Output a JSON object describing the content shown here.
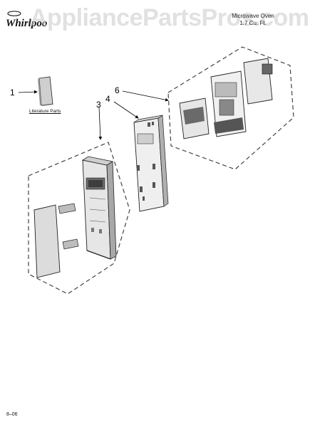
{
  "header": {
    "brand": "Whirlpool",
    "watermark": "AppliancePartsPros.com",
    "model_line1": "Microwave Oven",
    "model_line2": "1.7 Cu. Ft."
  },
  "callouts": {
    "c1": "1",
    "c3": "3",
    "c4": "4",
    "c6": "6"
  },
  "literature_label": "Literature Parts",
  "footer": {
    "page_code": "8–06"
  }
}
